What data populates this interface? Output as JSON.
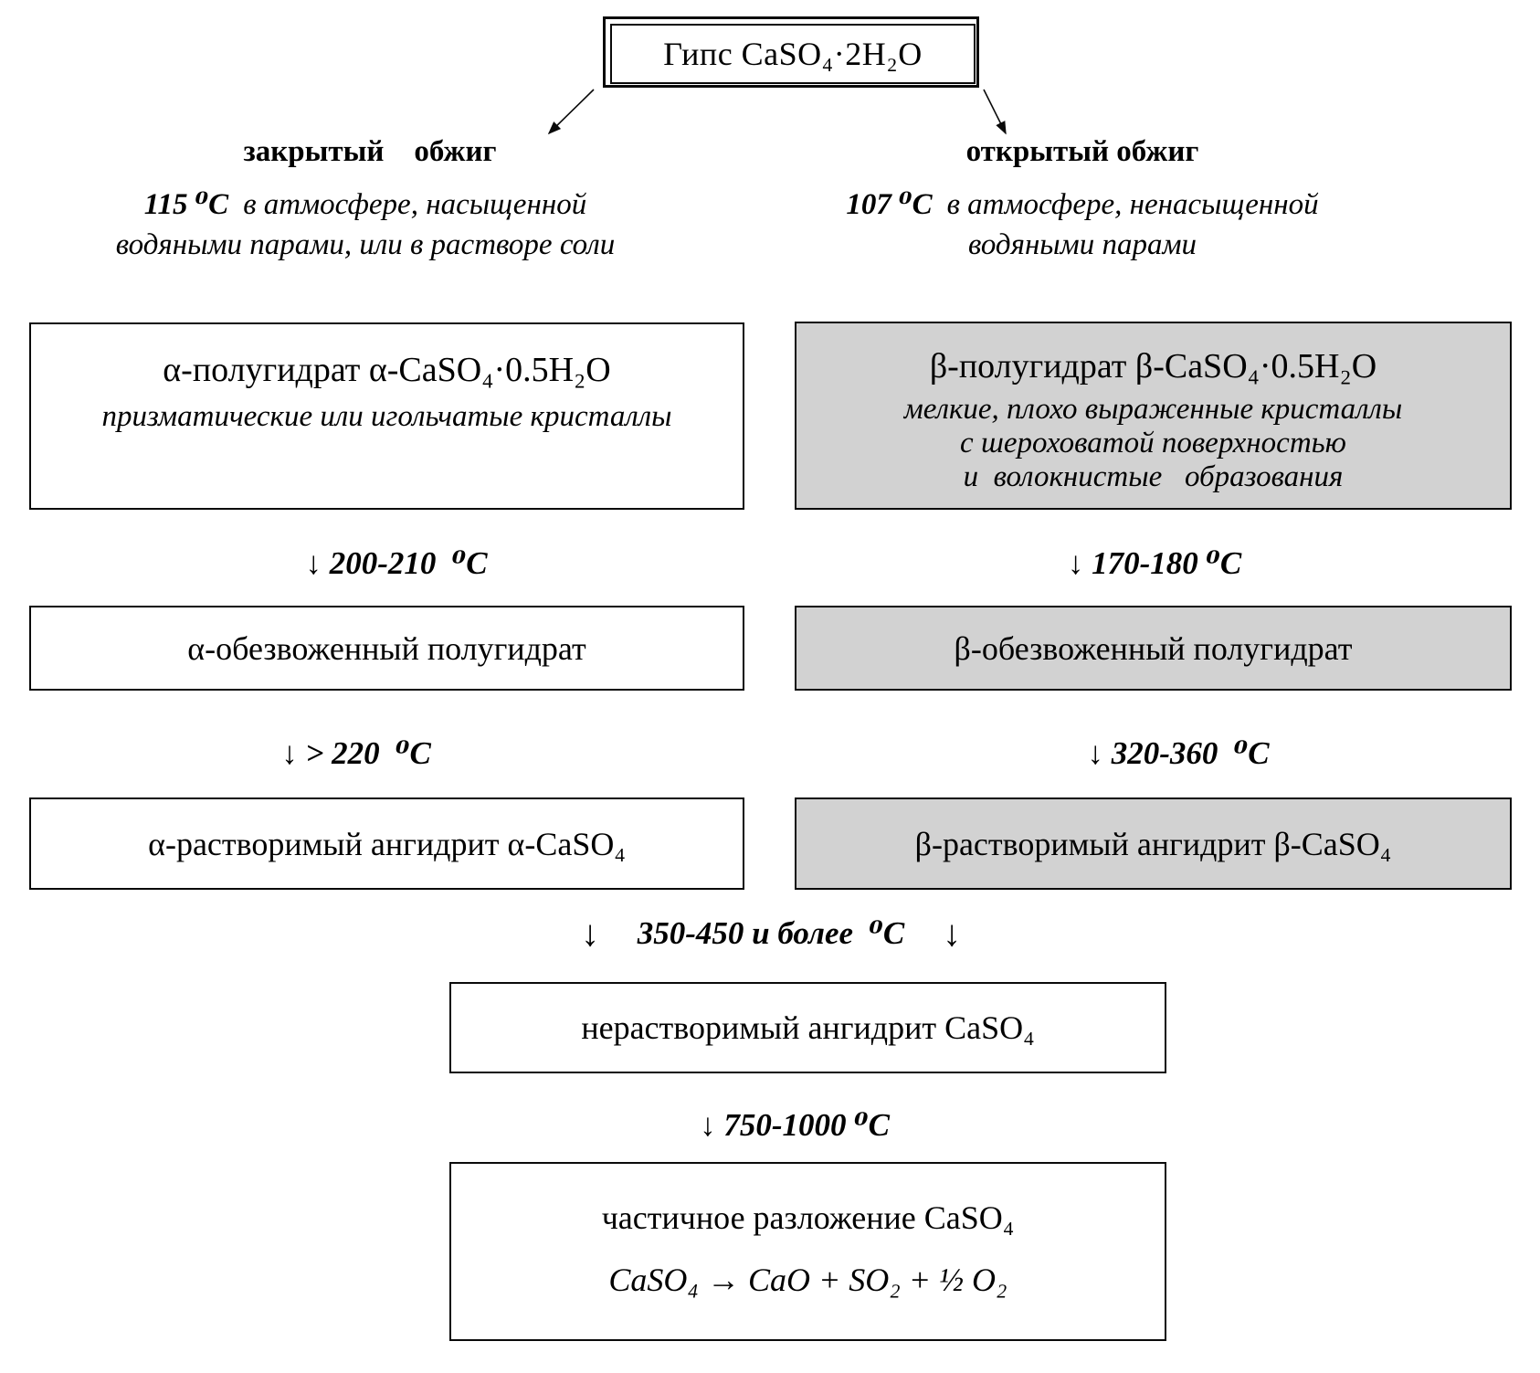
{
  "diagram": {
    "root": {
      "label": "Гипс CaSO₄·2H₂O"
    },
    "left_branch": {
      "header": "закрытый    обжиг",
      "condition_temp": "115 ⁰С",
      "condition_text": "в атмосфере, насыщенной",
      "condition_line2": "водяными парами, или в растворе соли",
      "stage1_title": "α-полугидрат α-CaSO₄·0.5H₂O",
      "stage1_desc": "призматические или игольчатые кристаллы",
      "arrow1": "↓ 200-210  ⁰С",
      "stage2": "α-обезвоженный полугидрат",
      "arrow2": "↓ > 220  ⁰С",
      "stage3": "α-растворимый ангидрит α-CaSO₄"
    },
    "right_branch": {
      "header": "открытый обжиг",
      "condition_temp": "107 ⁰С",
      "condition_text": "в атмосфере, ненасыщенной",
      "condition_line2": "водяными парами",
      "stage1_title": "β-полугидрат β-CaSO₄·0.5H₂O",
      "stage1_desc_1": "мелкие, плохо выраженные кристаллы",
      "stage1_desc_2": "с шероховатой поверхностью",
      "stage1_desc_3": "и  волокнистые   образования",
      "arrow1": "↓ 170-180 ⁰С",
      "stage2": "β-обезвоженный полугидрат",
      "arrow2": "↓ 320-360  ⁰С",
      "stage3": "β-растворимый ангидрит β-CaSO₄"
    },
    "merge": {
      "arrow_left": "↓",
      "label": "350-450 и более  ⁰С",
      "arrow_right": "↓",
      "stage4": "нерастворимый ангидрит CaSO₄",
      "arrow3": "↓ 750-1000 ⁰С",
      "stage5_title": "частичное разложение CaSO₄",
      "stage5_equation": "CaSO₄ → CaO + SO₂ + ½ O₂"
    },
    "colors": {
      "box_gray": "#d2d2d2",
      "box_white": "#ffffff",
      "border": "#0a0a0a"
    }
  }
}
